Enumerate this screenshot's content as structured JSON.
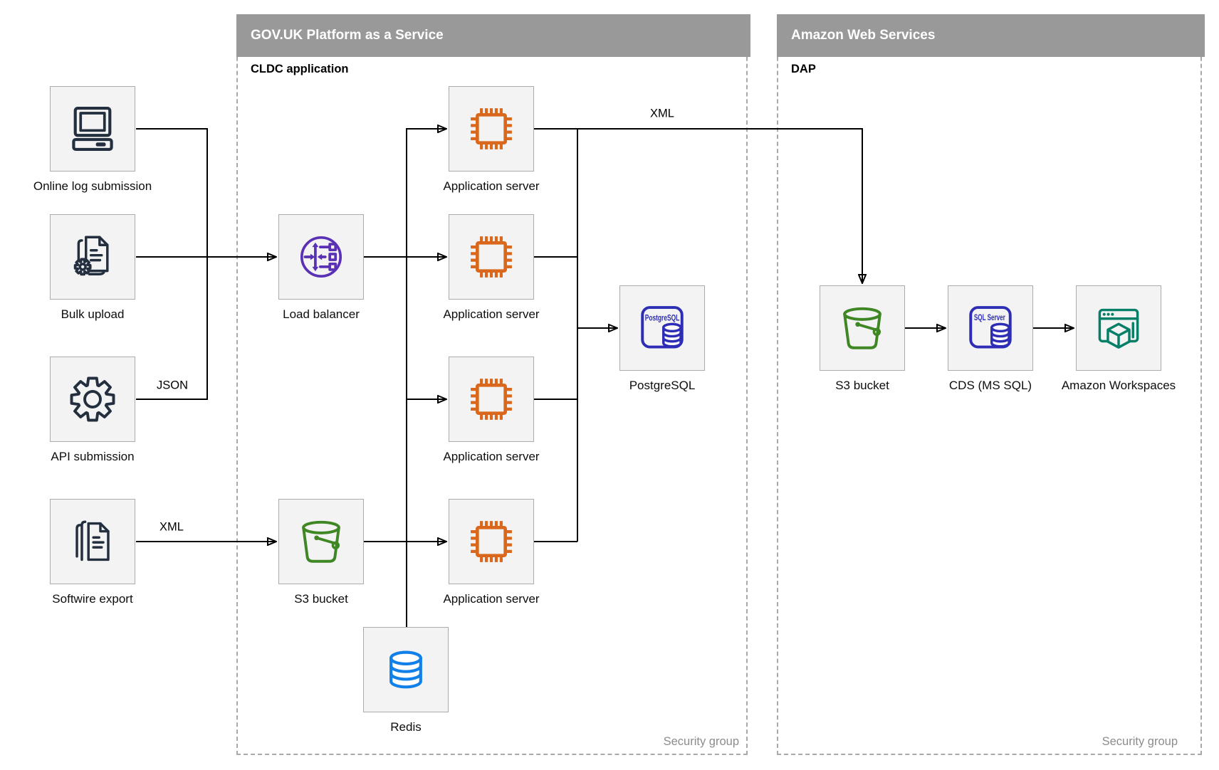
{
  "containers": {
    "paas": {
      "title": "GOV.UK Platform as a Service",
      "sublabel": "CLDC application",
      "security_group": "Security group"
    },
    "aws": {
      "title": "Amazon Web Services",
      "sublabel": "DAP",
      "security_group": "Security group"
    }
  },
  "nodes": {
    "online_log": "Online log submission",
    "bulk_upload": "Bulk upload",
    "api_submission": "API submission",
    "softwire_export": "Softwire export",
    "load_balancer": "Load balancer",
    "app_server": "Application server",
    "s3_bucket": "S3 bucket",
    "postgresql": "PostgreSQL",
    "redis": "Redis",
    "s3_bucket_aws": "S3 bucket",
    "cds": "CDS (MS SQL)",
    "workspaces": "Amazon Workspaces"
  },
  "edge_labels": {
    "json": "JSON",
    "xml_export": "XML",
    "xml_feed": "XML"
  },
  "icon_text": {
    "postgresql": "PostgreSQL",
    "sql_server": "SQL Server"
  },
  "icons": [
    "computer-icon",
    "document-gear-icon",
    "gear-icon",
    "document-stack-icon",
    "load-balancer-icon",
    "chip-icon",
    "bucket-icon",
    "postgresql-icon",
    "redis-cylinder-icon",
    "sql-server-icon",
    "workspaces-icon"
  ],
  "colors": {
    "header_bar": "#999999",
    "source_icon": "#232F3E",
    "chip_orange": "#d9671c",
    "load_balancer_purple": "#5a30b5",
    "bucket_green": "#3f8624",
    "database_indigo": "#2d2db5",
    "redis_blue": "#1180e8",
    "workspaces_teal": "#067f68",
    "node_fill": "#f3f3f3",
    "security_group_text": "#8c8c8c"
  }
}
